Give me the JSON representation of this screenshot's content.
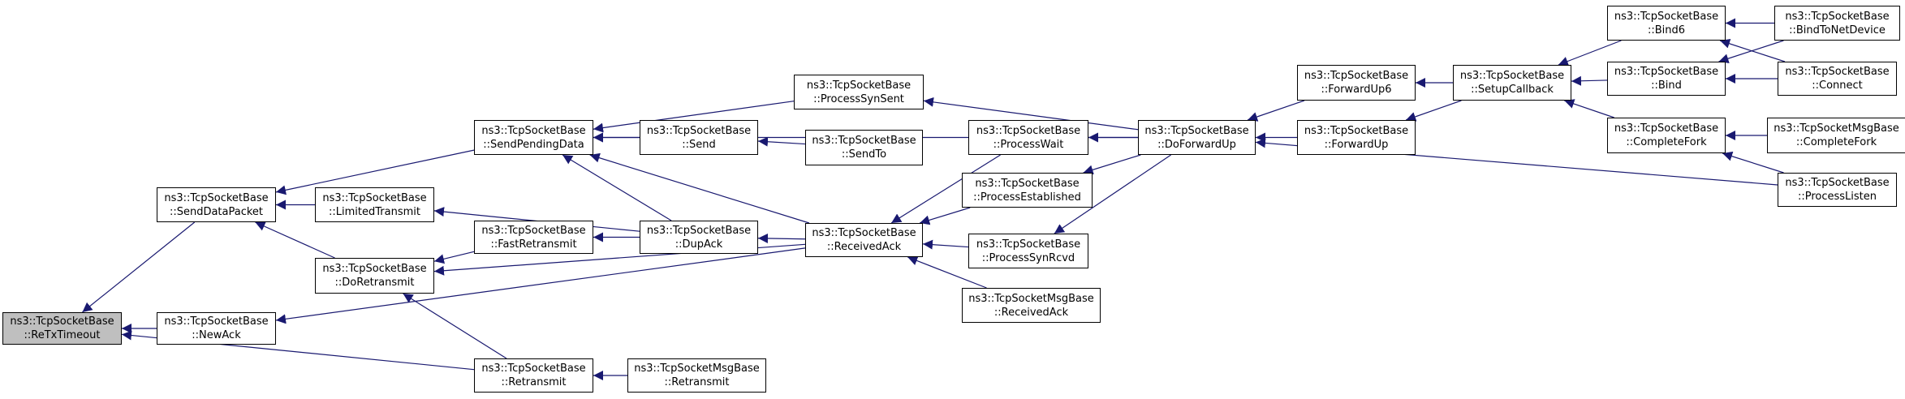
{
  "diagram": {
    "nodes": [
      {
        "id": "retx",
        "line1": "ns3::TcpSocketBase",
        "line2": "::ReTxTimeout",
        "root": true
      },
      {
        "id": "senddata",
        "line1": "ns3::TcpSocketBase",
        "line2": "::SendDataPacket"
      },
      {
        "id": "newack",
        "line1": "ns3::TcpSocketBase",
        "line2": "::NewAck"
      },
      {
        "id": "spd",
        "line1": "ns3::TcpSocketBase",
        "line2": "::SendPendingData"
      },
      {
        "id": "limtx",
        "line1": "ns3::TcpSocketBase",
        "line2": "::LimitedTransmit"
      },
      {
        "id": "doretx",
        "line1": "ns3::TcpSocketBase",
        "line2": "::DoRetransmit"
      },
      {
        "id": "fastretx",
        "line1": "ns3::TcpSocketBase",
        "line2": "::FastRetransmit"
      },
      {
        "id": "retransmit",
        "line1": "ns3::TcpSocketBase",
        "line2": "::Retransmit"
      },
      {
        "id": "msgretx",
        "line1": "ns3::TcpSocketMsgBase",
        "line2": "::Retransmit"
      },
      {
        "id": "send",
        "line1": "ns3::TcpSocketBase",
        "line2": "::Send"
      },
      {
        "id": "sendto",
        "line1": "ns3::TcpSocketBase",
        "line2": "::SendTo"
      },
      {
        "id": "dupack",
        "line1": "ns3::TcpSocketBase",
        "line2": "::DupAck"
      },
      {
        "id": "synsent",
        "line1": "ns3::TcpSocketBase",
        "line2": "::ProcessSynSent"
      },
      {
        "id": "recvack",
        "line1": "ns3::TcpSocketBase",
        "line2": "::ReceivedAck"
      },
      {
        "id": "pwait",
        "line1": "ns3::TcpSocketBase",
        "line2": "::ProcessWait"
      },
      {
        "id": "pest",
        "line1": "ns3::TcpSocketBase",
        "line2": "::ProcessEstablished"
      },
      {
        "id": "psynrcvd",
        "line1": "ns3::TcpSocketBase",
        "line2": "::ProcessSynRcvd"
      },
      {
        "id": "msgrecvack",
        "line1": "ns3::TcpSocketMsgBase",
        "line2": "::ReceivedAck"
      },
      {
        "id": "dofwd",
        "line1": "ns3::TcpSocketBase",
        "line2": "::DoForwardUp"
      },
      {
        "id": "fwd6",
        "line1": "ns3::TcpSocketBase",
        "line2": "::ForwardUp6"
      },
      {
        "id": "fwd",
        "line1": "ns3::TcpSocketBase",
        "line2": "::ForwardUp"
      },
      {
        "id": "setupcb",
        "line1": "ns3::TcpSocketBase",
        "line2": "::SetupCallback"
      },
      {
        "id": "bind6",
        "line1": "ns3::TcpSocketBase",
        "line2": "::Bind6"
      },
      {
        "id": "bind",
        "line1": "ns3::TcpSocketBase",
        "line2": "::Bind"
      },
      {
        "id": "compfork",
        "line1": "ns3::TcpSocketBase",
        "line2": "::CompleteFork"
      },
      {
        "id": "bindnet",
        "line1": "ns3::TcpSocketBase",
        "line2": "::BindToNetDevice"
      },
      {
        "id": "connect",
        "line1": "ns3::TcpSocketBase",
        "line2": "::Connect"
      },
      {
        "id": "msgcompfork",
        "line1": "ns3::TcpSocketMsgBase",
        "line2": "::CompleteFork"
      },
      {
        "id": "plisten",
        "line1": "ns3::TcpSocketBase",
        "line2": "::ProcessListen"
      }
    ],
    "edges": [
      [
        "senddata",
        "retx"
      ],
      [
        "newack",
        "retx"
      ],
      [
        "retransmit",
        "retx"
      ],
      [
        "spd",
        "senddata"
      ],
      [
        "limtx",
        "senddata"
      ],
      [
        "doretx",
        "senddata"
      ],
      [
        "recvack",
        "newack"
      ],
      [
        "msgretx",
        "retransmit"
      ],
      [
        "send",
        "spd"
      ],
      [
        "dupack",
        "spd"
      ],
      [
        "recvack",
        "spd"
      ],
      [
        "synsent",
        "spd"
      ],
      [
        "dofwd",
        "spd"
      ],
      [
        "dupack",
        "limtx"
      ],
      [
        "fastretx",
        "doretx"
      ],
      [
        "recvack",
        "doretx"
      ],
      [
        "retransmit",
        "doretx"
      ],
      [
        "dupack",
        "fastretx"
      ],
      [
        "sendto",
        "send"
      ],
      [
        "recvack",
        "dupack"
      ],
      [
        "dofwd",
        "synsent"
      ],
      [
        "pwait",
        "recvack"
      ],
      [
        "pest",
        "recvack"
      ],
      [
        "psynrcvd",
        "recvack"
      ],
      [
        "msgrecvack",
        "recvack"
      ],
      [
        "dofwd",
        "pwait"
      ],
      [
        "dofwd",
        "pest"
      ],
      [
        "dofwd",
        "psynrcvd"
      ],
      [
        "fwd6",
        "dofwd"
      ],
      [
        "fwd",
        "dofwd"
      ],
      [
        "plisten",
        "dofwd"
      ],
      [
        "setupcb",
        "fwd6"
      ],
      [
        "setupcb",
        "fwd"
      ],
      [
        "bind6",
        "setupcb"
      ],
      [
        "bind",
        "setupcb"
      ],
      [
        "compfork",
        "setupcb"
      ],
      [
        "bindnet",
        "bind6"
      ],
      [
        "connect",
        "bind6"
      ],
      [
        "bindnet",
        "bind"
      ],
      [
        "connect",
        "bind"
      ],
      [
        "msgcompfork",
        "compfork"
      ],
      [
        "plisten",
        "compfork"
      ]
    ]
  },
  "colors": {
    "edge": "#191970",
    "root_fill": "#bfbfbf",
    "border": "#000000"
  }
}
